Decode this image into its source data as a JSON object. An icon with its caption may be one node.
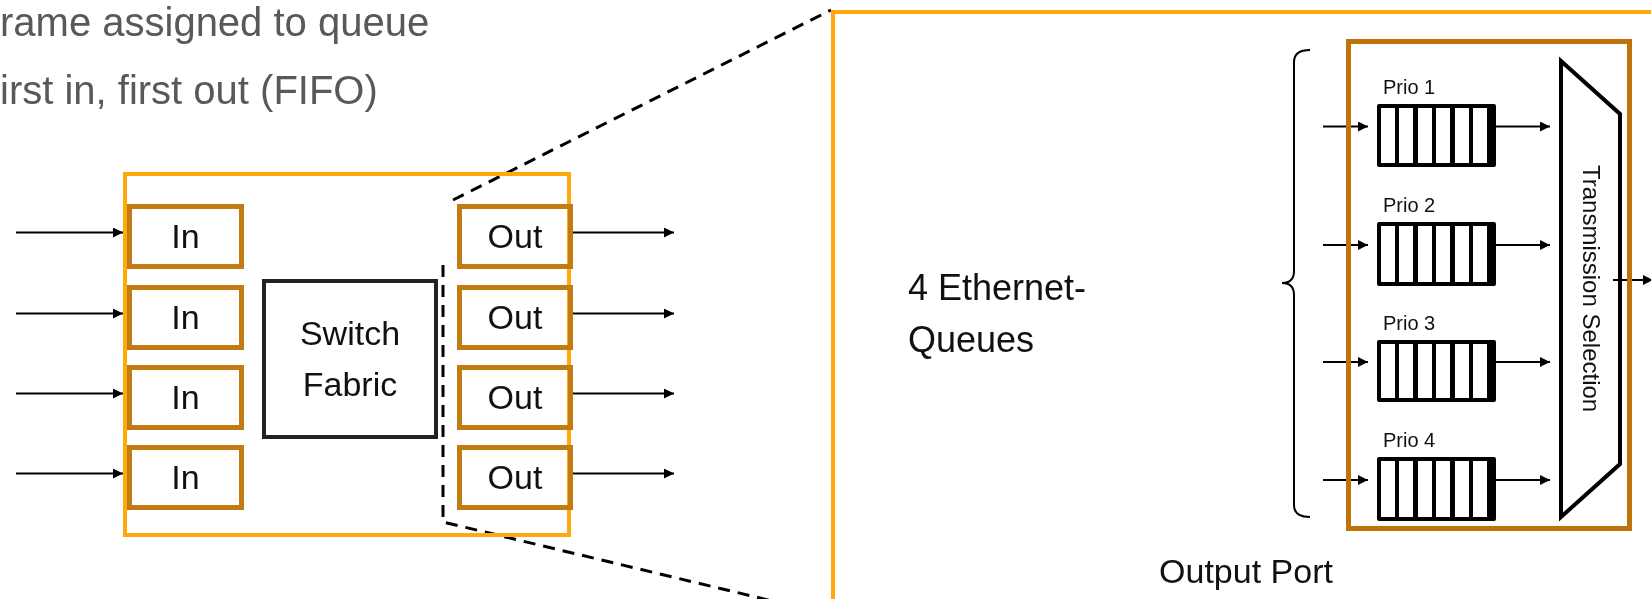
{
  "diagram": {
    "nodes": [
      {
        "text": [],
        "shape": "box"
      },
      {
        "text": [
          "In"
        ],
        "in": 0
      },
      {
        "text": [
          "In"
        ],
        "in": 0
      },
      {
        "text": [
          "In"
        ],
        "in": 0
      },
      {
        "text": [
          "In"
        ],
        "in": 0
      },
      {
        "text": [
          "Switch Fabric"
        ],
        "in": 0
      },
      {
        "text": [
          "Out"
        ],
        "in": 0
      },
      {
        "text": [
          "Out"
        ],
        "in": 0
      },
      {
        "text": [
          "Out"
        ],
        "in": 0
      },
      {
        "text": [
          "Out"
        ],
        "in": 0
      },
      {
        "text": [
          "Output Port"
        ]
      },
      {
        "text": [],
        "shape": "box",
        "in": 10
      },
      {
        "text": [
          "Prio 1"
        ],
        "in": 11
      },
      {
        "text": [
          "Prio 2"
        ],
        "in": 11
      },
      {
        "text": [
          "Prio 3"
        ],
        "in": 11
      },
      {
        "text": [
          "Prio 4"
        ],
        "in": 11
      },
      {
        "text": [
          "Transmission Selection"
        ],
        "in": 11
      }
    ],
    "edges": [
      {
        "from": null,
        "to": 1,
        "arrow": "to"
      },
      {
        "from": null,
        "to": 2,
        "arrow": "to"
      },
      {
        "from": null,
        "to": 3,
        "arrow": "to"
      },
      {
        "from": null,
        "to": 4,
        "arrow": "to"
      },
      {
        "from": 6,
        "to": null,
        "arrow": "to"
      },
      {
        "from": 7,
        "to": null,
        "arrow": "to"
      },
      {
        "from": 8,
        "to": null,
        "arrow": "to"
      },
      {
        "from": 9,
        "to": null,
        "arrow": "to"
      },
      {
        "from": 6,
        "to": 10,
        "arrow": "none",
        "style": "dashed"
      },
      {
        "from": 6,
        "to": 10,
        "arrow": "none",
        "style": "dashed"
      },
      {
        "from": null,
        "to": 12,
        "arrow": "to"
      },
      {
        "from": null,
        "to": 13,
        "arrow": "to"
      },
      {
        "from": null,
        "to": 14,
        "arrow": "to"
      },
      {
        "from": null,
        "to": 15,
        "arrow": "to"
      },
      {
        "from": 12,
        "to": 16,
        "arrow": "to"
      },
      {
        "from": 13,
        "to": 16,
        "arrow": "to"
      },
      {
        "from": 14,
        "to": 16,
        "arrow": "to"
      },
      {
        "from": 15,
        "to": 16,
        "arrow": "to"
      },
      {
        "from": 16,
        "to": null,
        "arrow": "to"
      }
    ],
    "labels": [
      "rame assigned to queue",
      "irst in, first out (FIFO)",
      "4 Ethernet- Queues"
    ]
  }
}
